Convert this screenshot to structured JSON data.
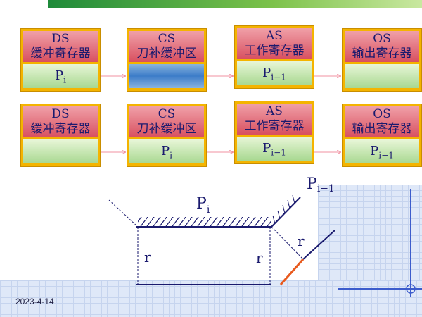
{
  "registers": [
    {
      "id": "ds1",
      "name": "DS",
      "desc": "缓冲寄存器",
      "content": "P",
      "sub": "i"
    },
    {
      "id": "cs1",
      "name": "CS",
      "desc": "刀补缓冲区",
      "content": "",
      "sub": ""
    },
    {
      "id": "as1",
      "name": "AS",
      "desc": "工作寄存器",
      "content": "P",
      "sub": "i−1"
    },
    {
      "id": "os1",
      "name": "OS",
      "desc": "输出寄存器",
      "content": "",
      "sub": ""
    },
    {
      "id": "ds2",
      "name": "DS",
      "desc": "缓冲寄存器",
      "content": "",
      "sub": ""
    },
    {
      "id": "cs2",
      "name": "CS",
      "desc": "刀补缓冲区",
      "content": "P",
      "sub": "i"
    },
    {
      "id": "as2",
      "name": "AS",
      "desc": "工作寄存器",
      "content": "P",
      "sub": "i−1"
    },
    {
      "id": "os2",
      "name": "OS",
      "desc": "输出寄存器",
      "content": "P",
      "sub": "i−1"
    }
  ],
  "diagram": {
    "pi_label": "P",
    "pi_sub": "i",
    "pim1_label": "P",
    "pim1_sub": "i−1",
    "r_labels": [
      "r",
      "r",
      "r"
    ]
  },
  "footer": {
    "date": "2023-4-14"
  },
  "colors": {
    "frame": "#f4b400",
    "header": "#d85060",
    "body": "#a8d890",
    "line": "#1a1a6e",
    "accent": "#e85a1e"
  }
}
